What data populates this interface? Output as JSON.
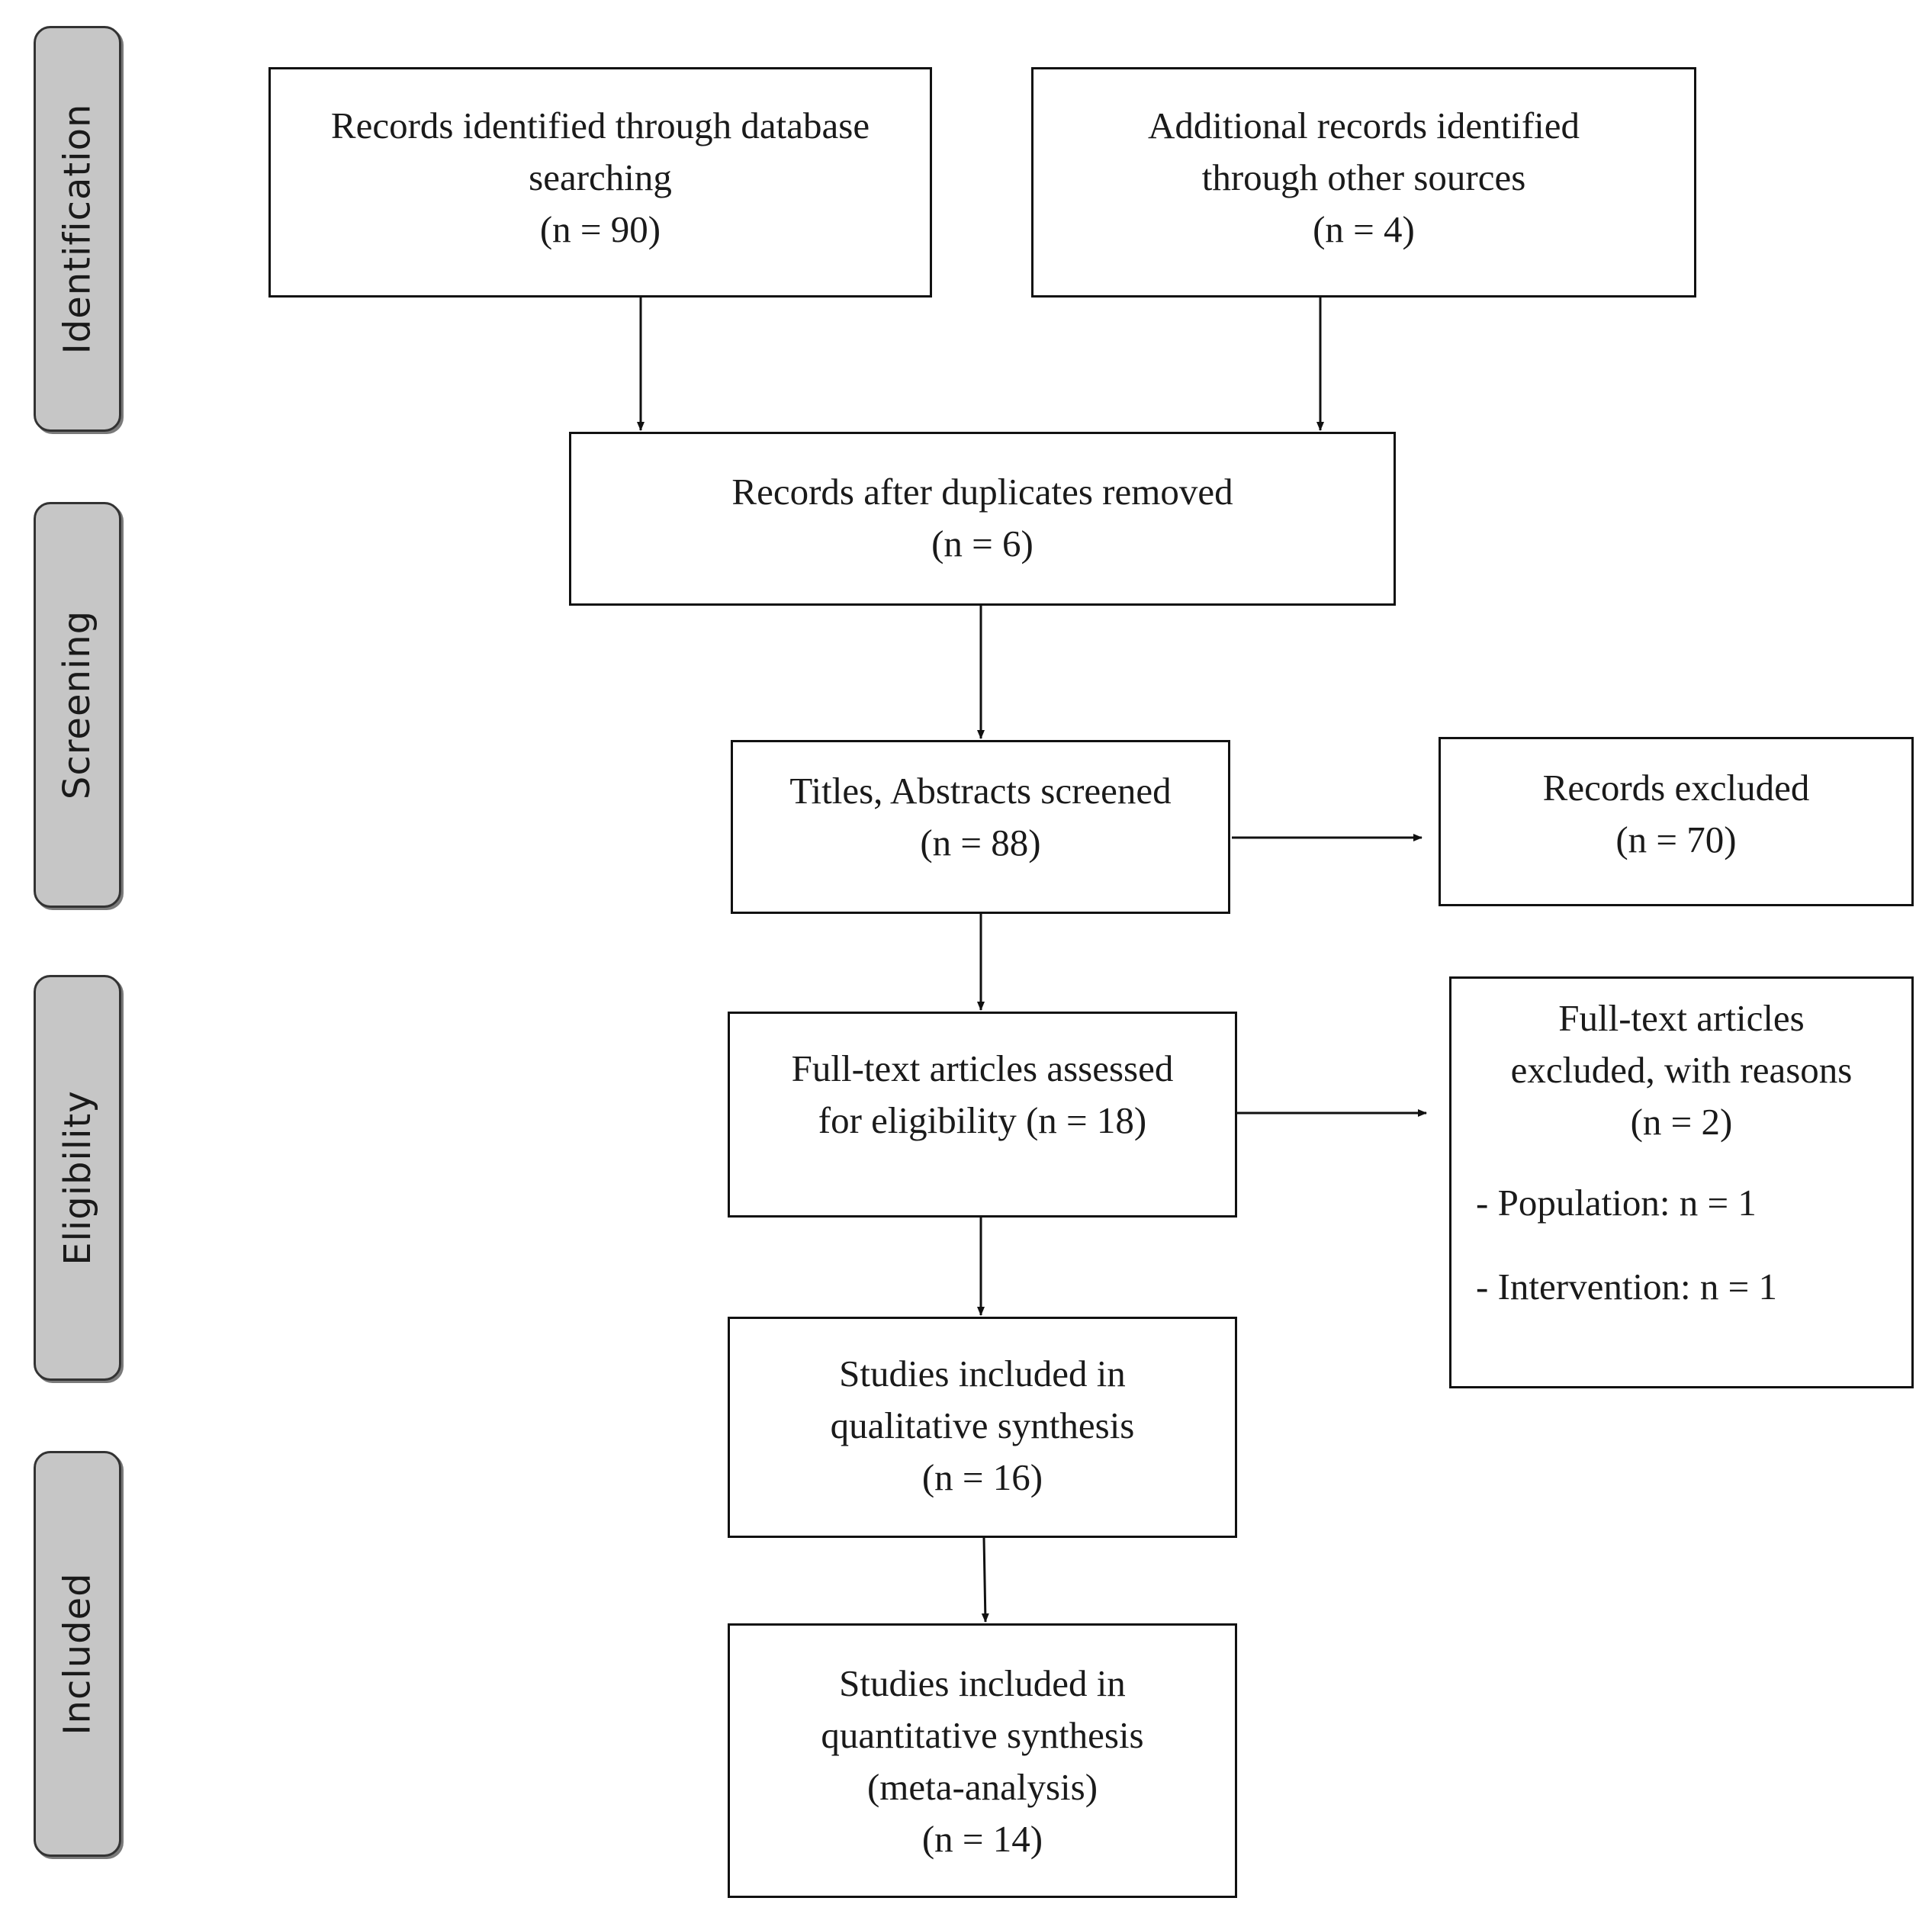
{
  "stages": {
    "identification": "Identification",
    "screening": "Screening",
    "eligibility": "Eligibility",
    "included": "Included"
  },
  "boxes": {
    "database_records": {
      "line1": "Records identified through database",
      "line2": "searching",
      "line3": "(n = 90)"
    },
    "other_records": {
      "line1": "Additional records identified",
      "line2": "through other sources",
      "line3": "(n = 4)"
    },
    "after_duplicates": {
      "line1": "Records after duplicates removed",
      "line2": "(n = 6)"
    },
    "screened": {
      "line1": "Titles, Abstracts screened",
      "line2": "(n = 88)"
    },
    "records_excluded": {
      "line1": "Records excluded",
      "line2": "(n = 70)"
    },
    "fulltext_assessed": {
      "line1": "Full-text articles assessed",
      "line2": "for eligibility (n = 18)"
    },
    "fulltext_excluded": {
      "line1": "Full-text articles",
      "line2": "excluded, with reasons",
      "line3": "(n = 2)",
      "reasons": [
        "- Population: n = 1",
        "- Intervention: n = 1"
      ]
    },
    "qualitative": {
      "line1": "Studies included in",
      "line2": "qualitative synthesis",
      "line3": "(n = 16)"
    },
    "quantitative": {
      "line1": "Studies included in",
      "line2": "quantitative synthesis",
      "line3": "(meta-analysis)",
      "line4": "(n = 14)"
    }
  }
}
